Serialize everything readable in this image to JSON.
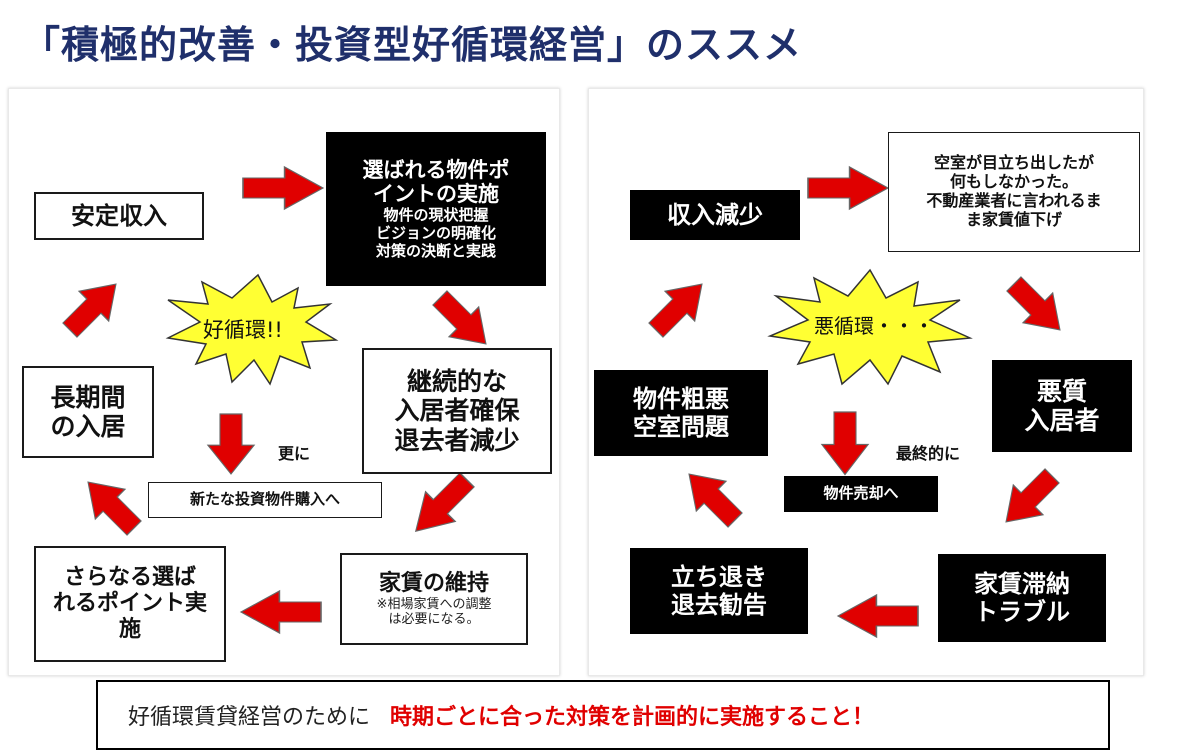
{
  "title": "「積極的改善・投資型好循環経営」のススメ",
  "colors": {
    "accent_red": "#e00000",
    "title_blue": "#1f2f6b",
    "burst_yellow": "#ffff33"
  },
  "left": {
    "stable_income": "安定収入",
    "chosen_points": {
      "title_1": "選ばれる物件ポ",
      "title_2": "イントの実施",
      "sub": [
        "物件の現状把握",
        "ビジョンの明確化",
        "対策の決断と実践"
      ]
    },
    "continuous": [
      "継続的な",
      "入居者確保",
      "退去者減少"
    ],
    "rent_keep": {
      "title": "家賃の維持",
      "note_1": "※相場家賃への調整",
      "note_2": "は必要になる。"
    },
    "further_points": [
      "さらなる選ば",
      "れるポイント実",
      "施"
    ],
    "long_stay": [
      "長期間",
      "の入居"
    ],
    "burst": "好循環!!",
    "more": "更に",
    "new_invest": "新たな投資物件購入へ"
  },
  "right": {
    "income_down": "収入減少",
    "vacancy": [
      "空室が目立ち出したが",
      "何もしなかった。",
      "不動産業者に言われるま",
      "ま家賃値下げ"
    ],
    "bad_tenant": [
      "悪質",
      "入居者"
    ],
    "rent_trouble": [
      "家賃滞納",
      "トラブル"
    ],
    "eviction": [
      "立ち退き",
      "退去勧告"
    ],
    "poor_property": [
      "物件粗悪",
      "空室問題"
    ],
    "burst": "悪循環・・・",
    "finally": "最終的に",
    "sell": "物件売却へ"
  },
  "bottom": {
    "prefix": "好循環賃貸経営のために",
    "emphasis": "時期ごとに合った対策を計画的に実施すること！"
  }
}
